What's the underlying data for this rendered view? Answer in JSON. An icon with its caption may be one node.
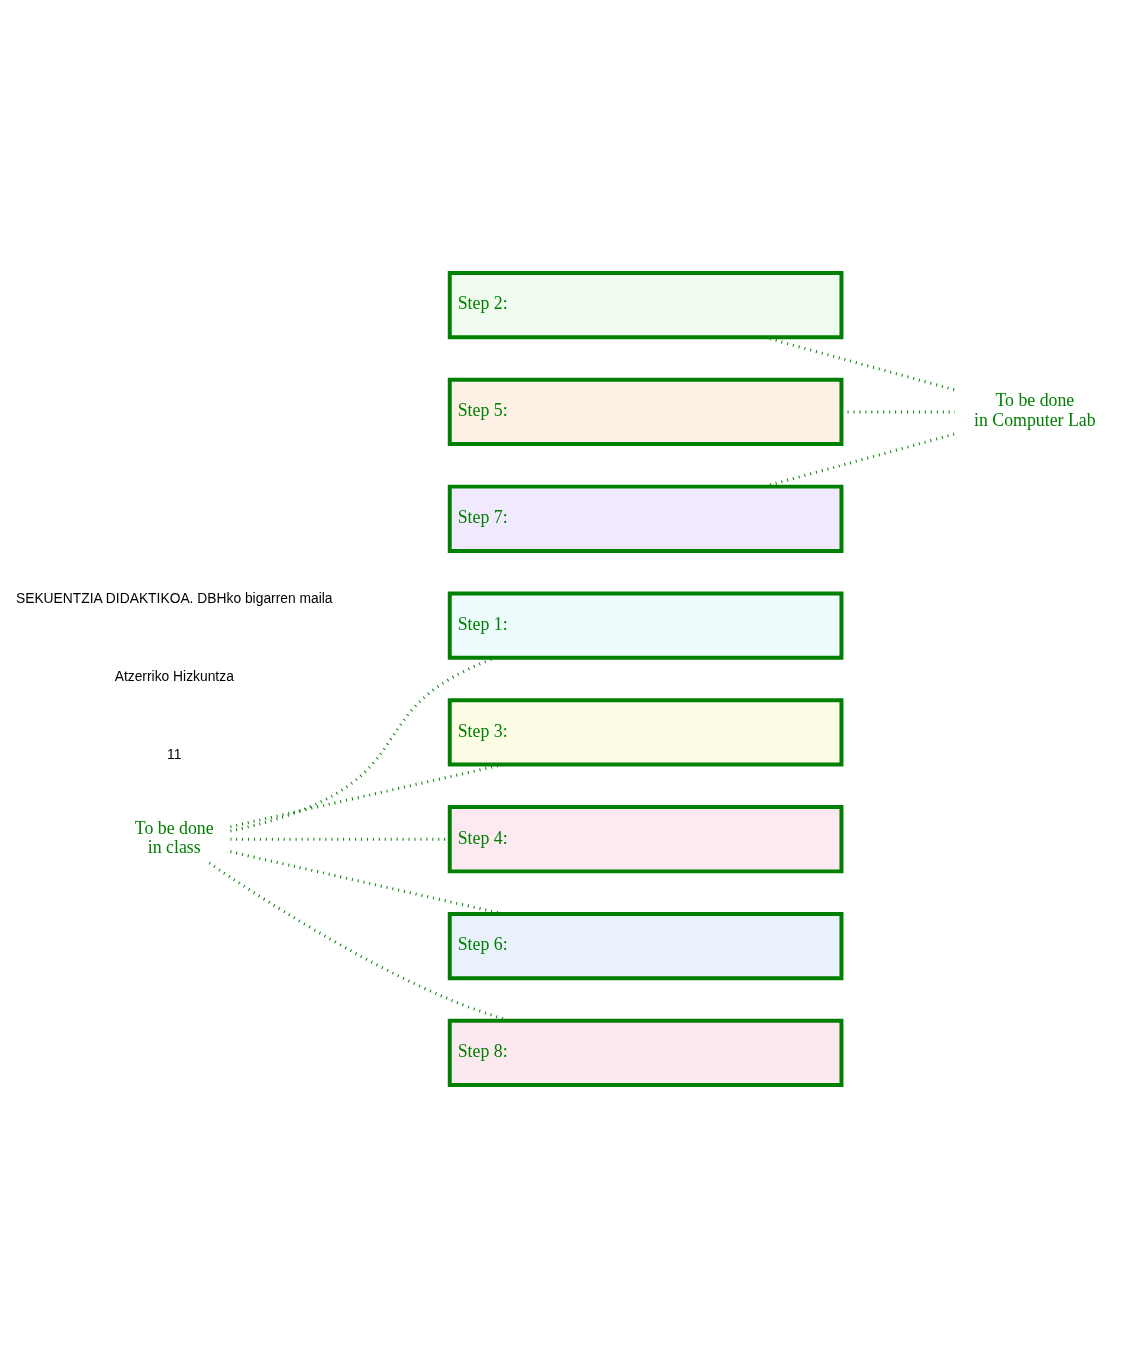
{
  "diagram": {
    "nodes": [
      {
        "text": [
          "Step 1:"
        ]
      },
      {
        "text": [
          "Step 2:"
        ]
      },
      {
        "text": [
          "Step 3:"
        ]
      },
      {
        "text": [
          "Step 4:"
        ]
      },
      {
        "text": [
          "Step 5:"
        ]
      },
      {
        "text": [
          "Step 6:"
        ]
      },
      {
        "text": [
          "Step 7:"
        ]
      },
      {
        "text": [
          "Step 8:"
        ]
      },
      {
        "text": [
          "To be done in class"
        ]
      },
      {
        "text": [
          "To be done in Computer Lab"
        ]
      }
    ],
    "edges": [
      {
        "from": 8,
        "to": 0,
        "arrow": "none"
      },
      {
        "from": 8,
        "to": 2,
        "arrow": "none"
      },
      {
        "from": 8,
        "to": 3,
        "arrow": "none"
      },
      {
        "from": 8,
        "to": 5,
        "arrow": "none"
      },
      {
        "from": 8,
        "to": 7,
        "arrow": "none"
      },
      {
        "from": 9,
        "to": 1,
        "arrow": "none"
      },
      {
        "from": 9,
        "to": 4,
        "arrow": "none"
      },
      {
        "from": 9,
        "to": 6,
        "arrow": "none"
      }
    ],
    "labels": [
      "SEKUENTZIA DIDAKTIKOA. DBHko bigarren maila",
      "Atzerriko Hizkuntza",
      "11"
    ]
  }
}
